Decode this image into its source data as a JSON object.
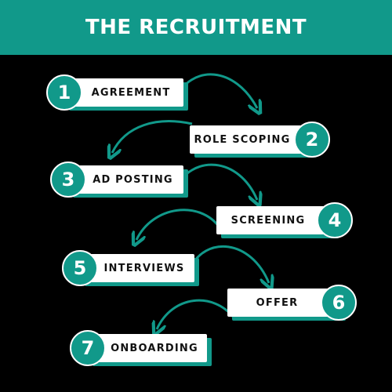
{
  "header": {
    "title": "THE RECRUITMENT"
  },
  "colors": {
    "accent": "#11998a",
    "background": "#000000",
    "box": "#ffffff",
    "text": "#111111"
  },
  "steps": [
    {
      "number": "1",
      "label": "AGREEMENT"
    },
    {
      "number": "2",
      "label": "ROLE SCOPING"
    },
    {
      "number": "3",
      "label": "AD POSTING"
    },
    {
      "number": "4",
      "label": "SCREENING"
    },
    {
      "number": "5",
      "label": "INTERVIEWS"
    },
    {
      "number": "6",
      "label": "OFFER"
    },
    {
      "number": "7",
      "label": "ONBOARDING"
    }
  ]
}
